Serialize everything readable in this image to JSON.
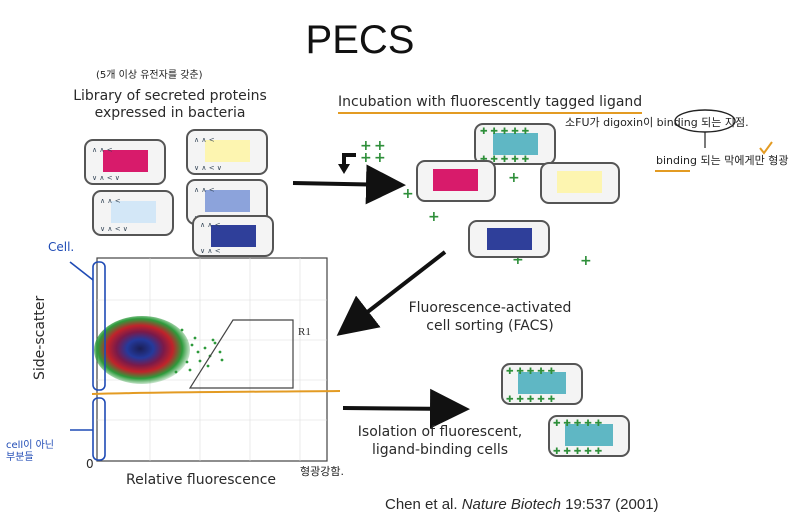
{
  "title": "PECS",
  "library_label": "Library of secreted proteins expressed in bacteria",
  "library_note": "(5개 이상 유전자를 갖춘)",
  "incubation_label": "Incubation with fluorescently tagged ligand",
  "incubation_note_1": "소FU가 digoxin이 binding 되는 지점.",
  "incubation_note_2": "binding 되는 막에게만 형광",
  "facs_label": "Fluorescence-activated cell sorting (FACS)",
  "isolation_label": "Isolation of fluorescent, ligand-binding cells",
  "plot": {
    "x_label": "Relative fluorescence",
    "y_label": "Side-scatter",
    "gate_label": "R1",
    "origin_label": "0"
  },
  "annotations": {
    "cell": "Cell.",
    "not_cell": "cell이 아닌 부분들",
    "fluorescence_note": "형광강함."
  },
  "citation": {
    "authors": "Chen et al.",
    "journal": "Nature Biotech",
    "ref": "19:537 (2001)"
  },
  "colors": {
    "magenta": "#d81b6b",
    "yellow": "#fdf5b0",
    "lightblue": "#d3e7f7",
    "periwinkle": "#8ca3db",
    "navy": "#2f3f9a",
    "teal": "#5fb7c4",
    "green_marker": "#2e8f3a",
    "orange_underline": "#e39b23",
    "pen_blue": "#1f4bb5"
  }
}
